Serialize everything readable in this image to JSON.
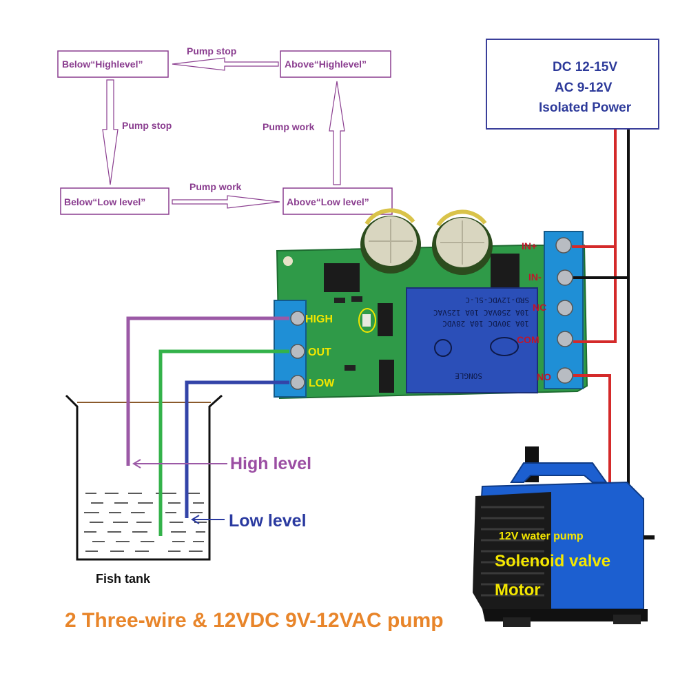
{
  "state_diagram": {
    "below_high": "Below“Highlevel”",
    "above_high": "Above“Highlevel”",
    "below_low": "Below“Low level”",
    "above_low": "Above“Low level”",
    "top_arrow": "Pump stop",
    "left_arrow": "Pump stop",
    "right_arrow": "Pump work",
    "bottom_arrow": "Pump work"
  },
  "power_box": {
    "line1": "DC 12-15V",
    "line2": "AC 9-12V",
    "line3": "Isolated Power"
  },
  "board": {
    "sensor_terminals": [
      "HIGH",
      "OUT",
      "LOW"
    ],
    "relay_terminals": [
      "IN+",
      "IN-",
      "NC",
      "COM",
      "NO"
    ],
    "relay_lines": [
      "SRD-12VDC-SL-C",
      "10A 250VAC  10A 125VAC",
      "10A 30VDC  10A 28VDC",
      "SONGLE"
    ]
  },
  "tank": {
    "high_label": "High level",
    "low_label": "Low level",
    "name": "Fish tank"
  },
  "pump": {
    "line1": "12V water pump",
    "line2": "Solenoid valve",
    "line3": "Motor"
  },
  "caption": "2 Three-wire & 12VDC 9V-12VAC pump",
  "colors": {
    "flow_purple": "#8a3d8f",
    "wire_purple": "#9b59a6",
    "wire_green": "#33b24a",
    "wire_blue": "#3344a8",
    "wire_red": "#d42a2a",
    "wire_black": "#111111",
    "pcb_green": "#2f9a48",
    "relay_blue": "#2b4fb8",
    "terminal_blue": "#1f8fd6",
    "pump_blue": "#1c5fd0",
    "caption_orange": "#e8852a"
  }
}
